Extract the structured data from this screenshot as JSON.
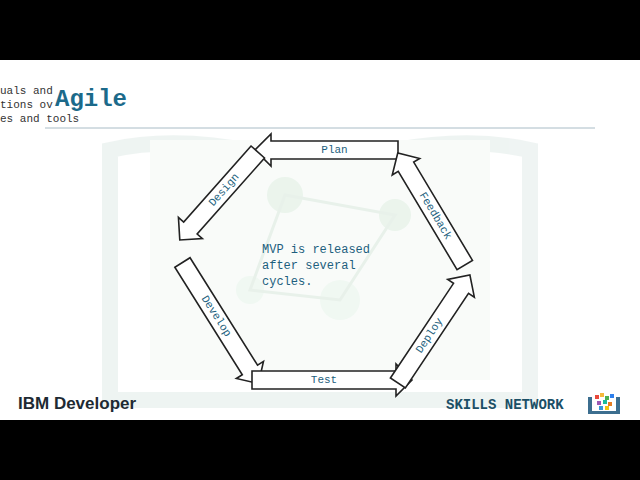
{
  "diagram": {
    "title": "Agile",
    "nodes": [
      {
        "text": [
          "Plan"
        ]
      },
      {
        "text": [
          "Design"
        ]
      },
      {
        "text": [
          "Develop"
        ]
      },
      {
        "text": [
          "Test"
        ]
      },
      {
        "text": [
          "Deploy"
        ]
      },
      {
        "text": [
          "Feedback"
        ]
      }
    ],
    "labels": [
      "uals and",
      "tions ov",
      "es and tools",
      "MVP is released after several cycles.",
      "IBM Developer",
      "SKILLS NETWORK"
    ]
  }
}
